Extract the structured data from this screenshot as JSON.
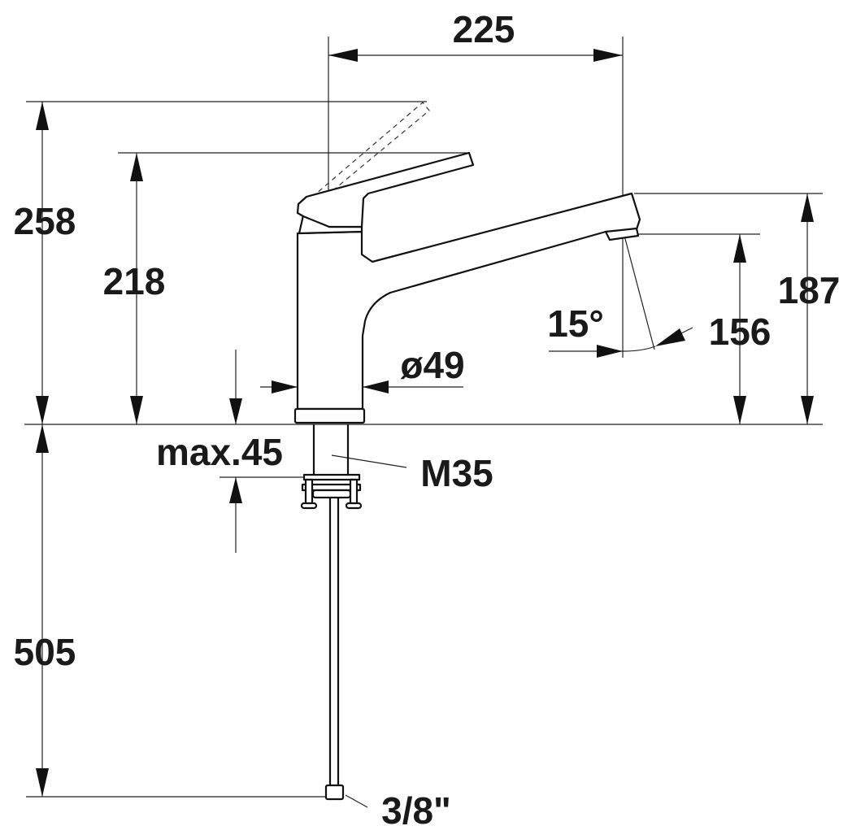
{
  "drawing": {
    "dimensions": {
      "spout_reach": "225",
      "height_lever_raised": "258",
      "height_lever": "218",
      "spout_height": "187",
      "outlet_height": "156",
      "jet_angle": "15°",
      "body_diameter": "ø49",
      "max_counter_thickness": "max.45",
      "thread": "M35",
      "hose_length": "505",
      "connection": "3/8\""
    },
    "colors": {
      "line": "#111111",
      "background": "#ffffff"
    }
  }
}
